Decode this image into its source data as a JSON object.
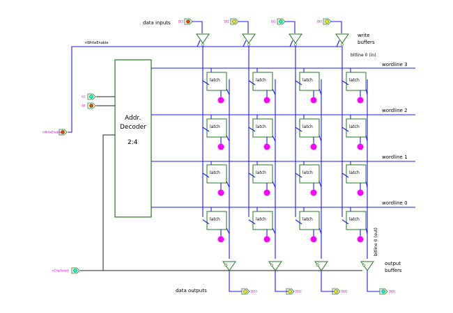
{
  "labels": {
    "data_inputs": "data inputs",
    "data_outputs": "data outputs",
    "write_buffers": [
      "write",
      "buffers"
    ],
    "output_buffers": [
      "output",
      "buffers"
    ],
    "nwrite_enable": "nWriteEnable",
    "bitline_in": "bitline 0 (in)",
    "bitline_out": "bitline 0 (out)",
    "decoder": [
      "Addr.",
      "Decoder",
      "2:4"
    ],
    "latch": "latch"
  },
  "wordlines": [
    "wordline 3",
    "wordline 2",
    "wordline 1",
    "wordline 0"
  ],
  "inputs": [
    "DI3",
    "DI2",
    "DI1",
    "DI0"
  ],
  "outputs": [
    "DO3",
    "DO2",
    "DO1",
    "DO0"
  ],
  "address_inputs": [
    "A1",
    "A0"
  ],
  "left_inputs": [
    "nWriteEnable",
    "nChipSelect"
  ],
  "colors": {
    "wire": "#1a1aff",
    "component": "#1f7a1f",
    "memory_dot": "#ff00ff",
    "pin_input": "#ff3300",
    "pin_output": "#ffdd00",
    "pin_output_alt": "#00ffcc"
  }
}
